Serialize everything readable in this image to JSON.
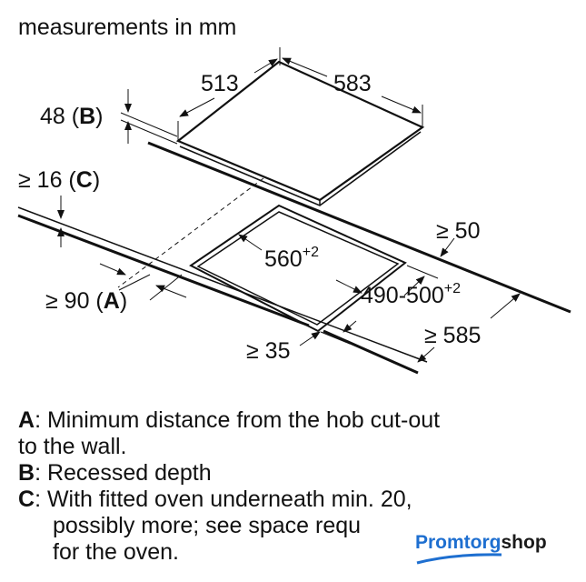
{
  "title": "measurements in mm",
  "dimensions": {
    "hob_depth": "513",
    "hob_width": "583",
    "recessed_depth": "48 (",
    "recessed_letter": "B",
    "oven_gap": "≥ 16 (",
    "oven_letter": "C",
    "back_gap": "≥ 50",
    "cutout_width": "560",
    "cutout_width_tol": "+2",
    "wall_gap": "≥ 90 (",
    "wall_letter": "A",
    "cutout_depth": "490-500",
    "cutout_depth_tol": "+2",
    "worktop_depth": "≥ 585",
    "front_gap": "≥ 35",
    "close_paren": ")"
  },
  "notes": [
    {
      "letter": "A",
      "text": ": Minimum distance from the hob cut-out",
      "cont": "to the wall."
    },
    {
      "letter": "B",
      "text": ": Recessed depth"
    },
    {
      "letter": "C",
      "text": ": With fitted oven underneath min. 20,",
      "cont": "possibly more; see space requ",
      "cont2": "for the oven."
    }
  ],
  "watermark": {
    "part1": "Promtorg",
    "part2": "shop",
    "color": "#1e6fd0"
  }
}
